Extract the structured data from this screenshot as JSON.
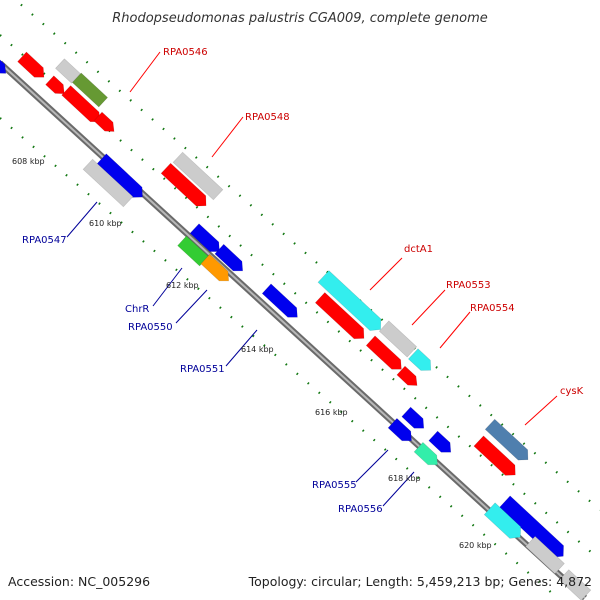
{
  "title": "Rhodopseudomonas palustris CGA009, complete genome",
  "footer": {
    "accession": "Accession: NC_005296",
    "summary": "Topology: circular; Length: 5,459,213 bp; Genes: 4,872"
  },
  "scale_labels": [
    "608 kbp",
    "610 kbp",
    "612 kbp",
    "614 kbp",
    "616 kbp",
    "618 kbp",
    "620 kbp"
  ],
  "gene_labels": [
    {
      "name": "RPA0546",
      "strand": "forward"
    },
    {
      "name": "RPA0548",
      "strand": "forward"
    },
    {
      "name": "dctA1",
      "strand": "forward"
    },
    {
      "name": "RPA0553",
      "strand": "forward"
    },
    {
      "name": "RPA0554",
      "strand": "forward"
    },
    {
      "name": "cysK",
      "strand": "forward"
    },
    {
      "name": "RPA0547",
      "strand": "reverse"
    },
    {
      "name": "ChrR",
      "strand": "reverse"
    },
    {
      "name": "RPA0550",
      "strand": "reverse"
    },
    {
      "name": "RPA0551",
      "strand": "reverse"
    },
    {
      "name": "RPA0555",
      "strand": "reverse"
    },
    {
      "name": "RPA0556",
      "strand": "reverse"
    }
  ],
  "colors": {
    "forward_label": "#cc0000",
    "reverse_label": "#000099",
    "backbone": "#8c8c8c",
    "tick": "#117711",
    "red": "#ff0000",
    "blue": "#0000ee",
    "gray": "#cccccc",
    "olive": "#669933",
    "cyan": "#33eeee",
    "steelblue": "#4f7fae",
    "green": "#33cc33",
    "orange": "#ff9900",
    "mint": "#33eeaa"
  }
}
